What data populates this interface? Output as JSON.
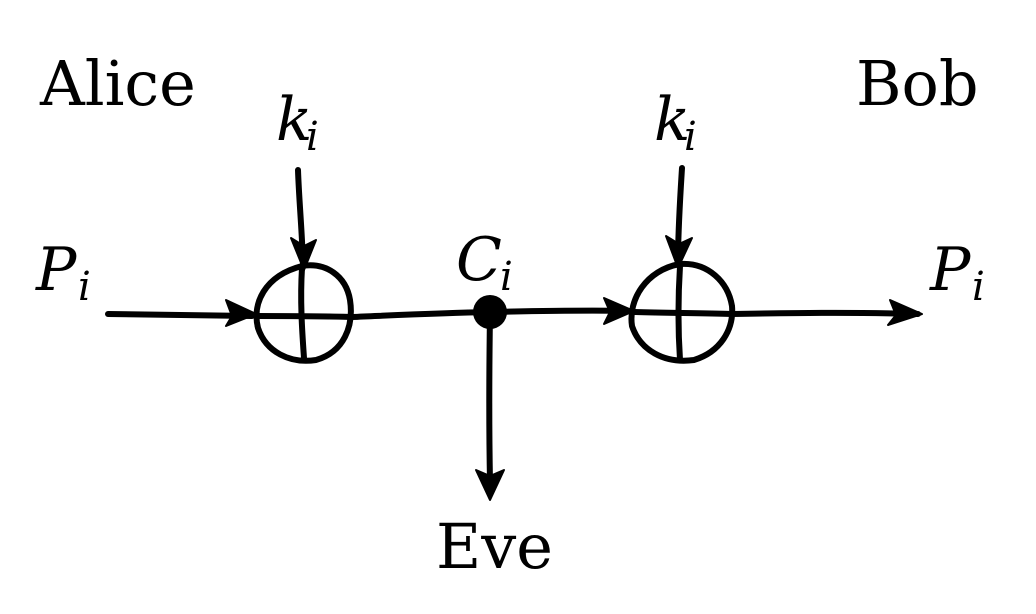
{
  "parties": {
    "alice": "Alice",
    "bob": "Bob",
    "eve": "Eve"
  },
  "symbols": {
    "plaintext_left": {
      "base": "P",
      "sub": "i"
    },
    "plaintext_right": {
      "base": "P",
      "sub": "i"
    },
    "key_left": {
      "base": "k",
      "sub": "i"
    },
    "key_right": {
      "base": "k",
      "sub": "i"
    },
    "ciphertext": {
      "base": "C",
      "sub": "i"
    }
  },
  "colors": {
    "ink": "#000000",
    "background": "#ffffff"
  },
  "icons": {
    "xor_left": "xor-circled-plus-icon",
    "xor_right": "xor-circled-plus-icon",
    "tap": "junction-dot-icon"
  }
}
